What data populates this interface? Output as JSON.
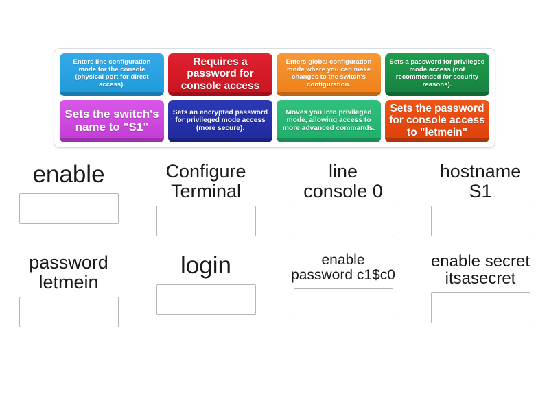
{
  "activity": {
    "type": "match-up-drag-and-drop",
    "topic": "Cisco switch basic configuration commands"
  },
  "tile_tray": {
    "name": "answer-tiles-tray",
    "tiles": [
      {
        "id": "tile-1",
        "text": "Enters line configuration mode for the console (physical port for direct access).",
        "color": "#1f9ad8",
        "color_name": "blue",
        "size": "sm"
      },
      {
        "id": "tile-2",
        "text": "Requires a password for console access",
        "color": "#c8151f",
        "color_name": "red",
        "size": "lg"
      },
      {
        "id": "tile-3",
        "text": "Enters global configuration mode where you can make changes to the switch's configuration.",
        "color": "#ee7f18",
        "color_name": "orange",
        "size": "sm"
      },
      {
        "id": "tile-4",
        "text": "Sets a password for privileged mode access (not recommended for security reasons).",
        "color": "#178040",
        "color_name": "green",
        "size": "sm"
      },
      {
        "id": "tile-5",
        "text": "Sets the switch's name to \"S1\"",
        "color": "#c33ad6",
        "color_name": "magenta",
        "size": "xl"
      },
      {
        "id": "tile-6",
        "text": "Sets an encrypted password for privileged mode access (more secure).",
        "color": "#1f2a9c",
        "color_name": "navy",
        "size": "md"
      },
      {
        "id": "tile-7",
        "text": "Moves you into privileged mode, allowing access to more advanced commands.",
        "color": "#1fae6a",
        "color_name": "emerald",
        "size": "md"
      },
      {
        "id": "tile-8",
        "text": "Sets the password for console access to \"letmein\"",
        "color": "#dd400c",
        "color_name": "orange-red",
        "size": "lg"
      }
    ]
  },
  "slots": [
    {
      "id": "slot-enable",
      "label": "enable",
      "size": "xl",
      "lines": 1,
      "dropzone_value": ""
    },
    {
      "id": "slot-configure-terminal",
      "label": "Configure\nTerminal",
      "size": "lg",
      "lines": 2,
      "dropzone_value": ""
    },
    {
      "id": "slot-line-console-0",
      "label": "line\nconsole 0",
      "size": "lg",
      "lines": 2,
      "dropzone_value": ""
    },
    {
      "id": "slot-hostname-s1",
      "label": "hostname\nS1",
      "size": "lg",
      "lines": 2,
      "dropzone_value": ""
    },
    {
      "id": "slot-password-letmein",
      "label": "password\nletmein",
      "size": "lg",
      "lines": 2,
      "dropzone_value": ""
    },
    {
      "id": "slot-login",
      "label": "login",
      "size": "xl",
      "lines": 1,
      "dropzone_value": ""
    },
    {
      "id": "slot-enable-password",
      "label": "enable\npassword c1$c0",
      "size": "sm",
      "lines": 2,
      "dropzone_value": ""
    },
    {
      "id": "slot-enable-secret",
      "label": "enable secret\nitsasecret",
      "size": "md",
      "lines": 2,
      "dropzone_value": ""
    }
  ]
}
